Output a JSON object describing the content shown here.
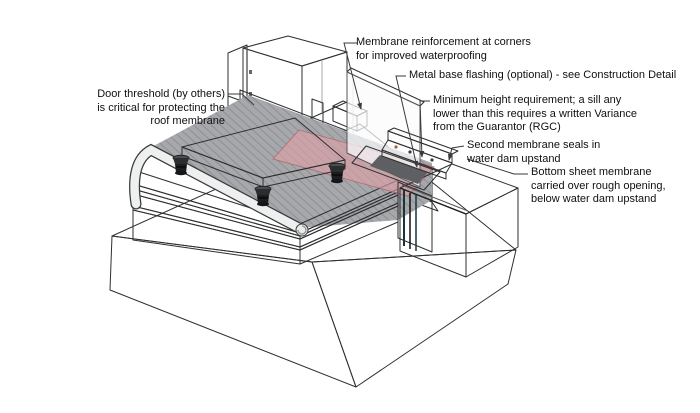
{
  "figure": {
    "title": "Roof membrane water-dam upstand construction detail (isometric)",
    "labels": [
      {
        "id": "membrane-reinforcement",
        "text": "Membrane reinforcement at corners\nfor improved waterproofing"
      },
      {
        "id": "metal-base-flashing",
        "text": "Metal base flashing (optional) - see Construction Detail"
      },
      {
        "id": "door-threshold",
        "text": "Door threshold (by others)\nis critical for protecting the\nroof membrane"
      },
      {
        "id": "minimum-height",
        "text": "Minimum height requirement; a sill any\nlower than this requires a written Variance\nfrom the Guarantor (RGC)"
      },
      {
        "id": "second-membrane",
        "text": "Second membrane seals in\nwater dam upstand"
      },
      {
        "id": "bottom-sheet-membrane",
        "text": "Bottom sheet membrane\ncarried over rough opening,\nbelow water dam upstand"
      }
    ]
  },
  "colors": {
    "bg": "#ffffff",
    "red": "#c81414",
    "redDark": "#8e0d0d",
    "pink": "#dfa0a7",
    "teal": "#2e4a52",
    "tealDark": "#1c3138",
    "concrete": "#c9cbc9",
    "outline": "#2f2f31"
  }
}
